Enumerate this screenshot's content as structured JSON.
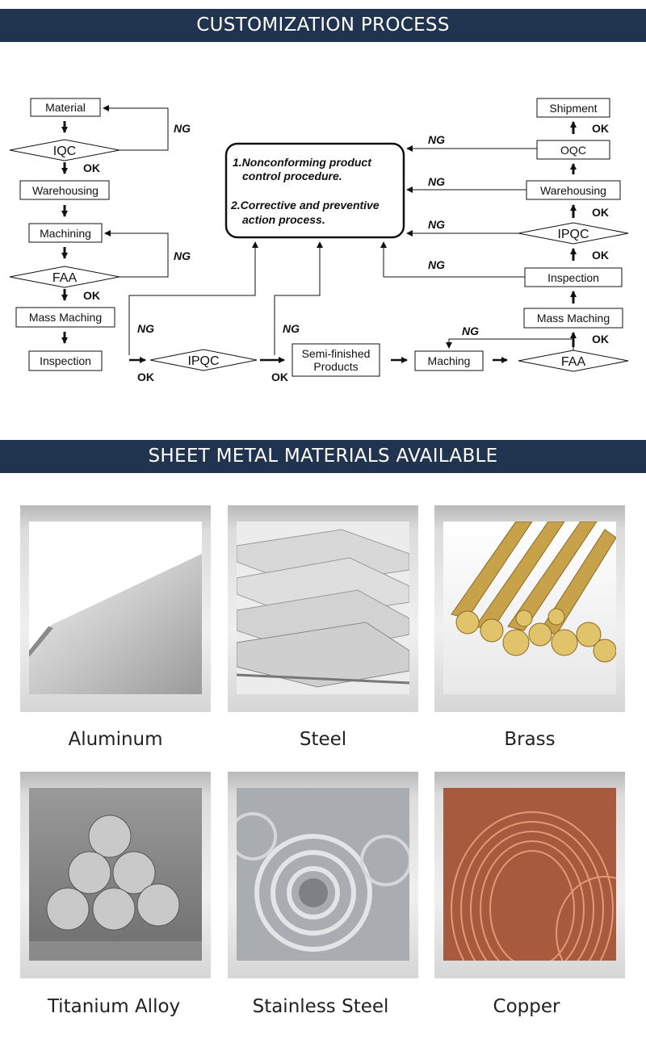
{
  "banners": {
    "process": "CUSTOMIZATION PROCESS",
    "materials": "SHEET METAL MATERIALS AVAILABLE"
  },
  "flowchart": {
    "left_column": [
      "Material",
      "IQC",
      "Warehousing",
      "Machining",
      "FAA",
      "Mass Maching",
      "Inspection"
    ],
    "right_column": [
      "Shipment",
      "OQC",
      "Warehousing",
      "IPQC",
      "Inspection",
      "Mass Maching",
      "FAA"
    ],
    "bottom_row": [
      "IPQC",
      "Semi-finished",
      "Products",
      "Maching"
    ],
    "center_box": [
      "1.Nonconforming product",
      "control procedure.",
      "2.Corrective and preventive",
      "action process."
    ],
    "labels": {
      "ok": "OK",
      "ng": "NG"
    }
  },
  "materials": [
    {
      "name": "Aluminum",
      "image": "aluminum-sheet-photo"
    },
    {
      "name": "Steel",
      "image": "steel-sheets-photo"
    },
    {
      "name": "Brass",
      "image": "brass-rods-photo"
    },
    {
      "name": "Titanium Alloy",
      "image": "titanium-rods-photo"
    },
    {
      "name": "Stainless Steel",
      "image": "stainless-coils-photo"
    },
    {
      "name": "Copper",
      "image": "copper-coils-photo"
    }
  ]
}
